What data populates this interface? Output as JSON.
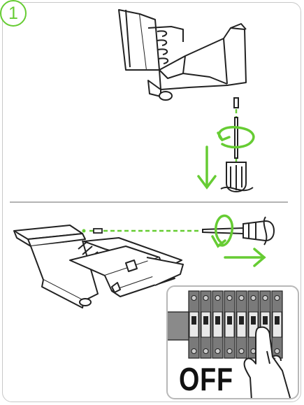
{
  "step": {
    "number": "1"
  },
  "breaker_panel": {
    "state_label": "OFF",
    "switch_count": 8
  },
  "colors": {
    "accent": "#66cc33",
    "line": "#222222",
    "border": "#c8c8c8"
  },
  "icons": [
    "fixture-top-icon",
    "screwdriver-icon",
    "rotate-arrow-icon",
    "down-arrow-icon",
    "fixture-side-icon",
    "right-arrow-icon",
    "breaker-panel-icon",
    "hand-icon"
  ]
}
